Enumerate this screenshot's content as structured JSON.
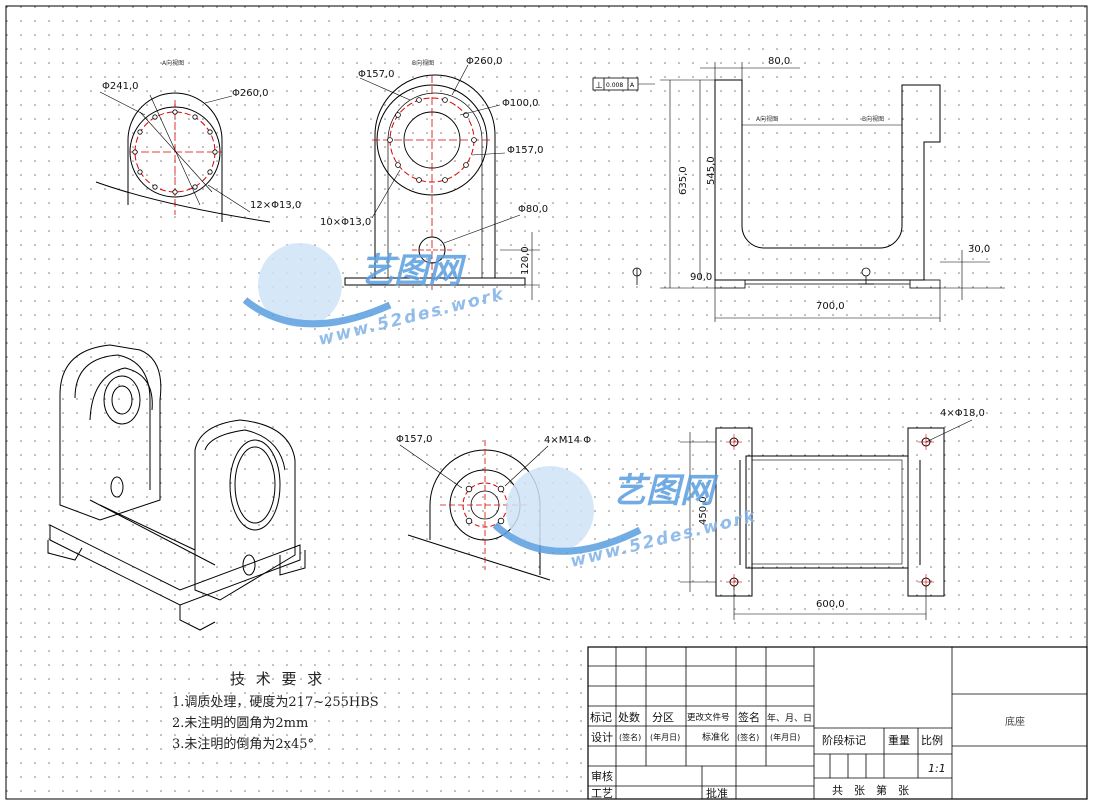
{
  "drawing": {
    "side_view": {
      "view_label": "A向视图",
      "dims": [
        "Φ241,0",
        "Φ260,0",
        "12×Φ13,0"
      ]
    },
    "front_view": {
      "view_label": "B向视图",
      "dims": [
        "Φ157,0",
        "Φ260,0",
        "Φ100,0",
        "Φ157,0",
        "10×Φ13,0",
        "Φ80,0",
        "120,0"
      ]
    },
    "main_view": {
      "tolerance": [
        "0.008",
        "A"
      ],
      "dims": [
        "80,0",
        "545,0",
        "635,0",
        "90,0",
        "30,0",
        "700,0"
      ],
      "view_labels": [
        "A向视图",
        "B向视图"
      ]
    },
    "detail_view": {
      "dims": [
        "Φ157,0",
        "4×M14 Φ"
      ]
    },
    "top_view": {
      "dims": [
        "4×Φ18,0",
        "450,0",
        "600,0"
      ]
    }
  },
  "watermark": {
    "brand": "艺图网",
    "url": "www.52des.work"
  },
  "tech_requirements": {
    "title": "技 术 要 求",
    "items": [
      "1.调质处理，硬度为217~255HBS",
      "2.未注明的圆角为2mm",
      "3.未注明的倒角为2x45°"
    ]
  },
  "title_block": {
    "row_labels": [
      "标记",
      "处数",
      "分区",
      "更改文件号",
      "签名",
      "年、月、日"
    ],
    "row2": [
      "设计",
      "(签名)",
      "(年月日)",
      "标准化",
      "(签名)",
      "(年月日)"
    ],
    "audit": "审核",
    "process": "工艺",
    "approve": "批准",
    "stage_mark": "阶段标记",
    "weight": "重量",
    "scale_label": "比例",
    "scale_value": "1:1",
    "sheets": "共　张　第　张",
    "part_name": "底座"
  }
}
